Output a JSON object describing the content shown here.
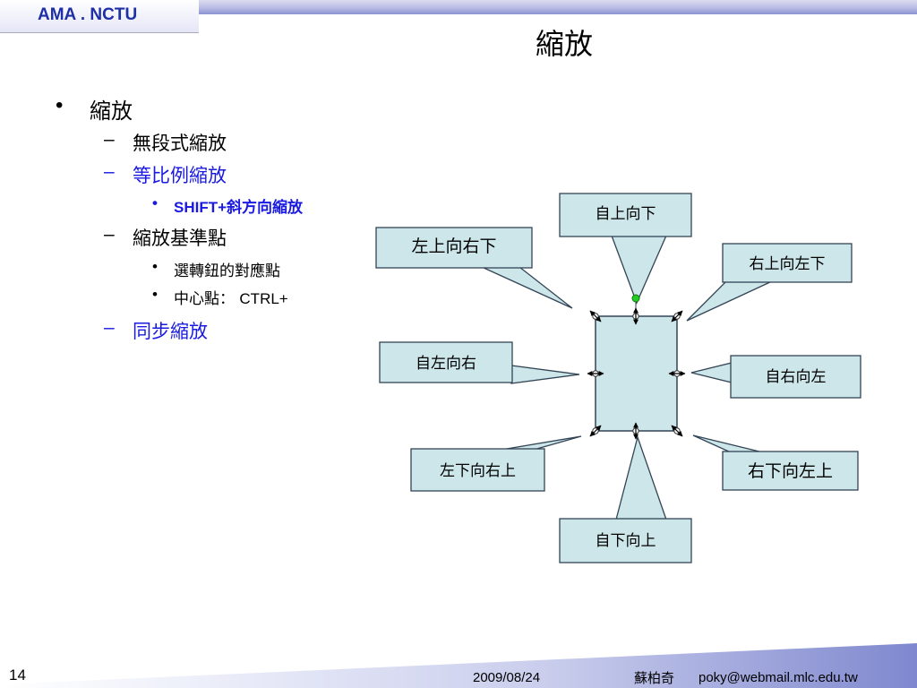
{
  "header": {
    "tab_label": "AMA . NCTU",
    "title": "縮放"
  },
  "bullets": {
    "l1_marker": "•",
    "l1_text": "縮放",
    "dash": "–",
    "dot": "•",
    "item1": "無段式縮放",
    "item2": "等比例縮放",
    "item2_sub1_prefix": "SHIFT+",
    "item2_sub1_rest": "斜方向縮放",
    "item3": "縮放基準點",
    "item3_sub1": "選轉鈕的對應點",
    "item3_sub2_prefix": "中心點：",
    "item3_sub2_rest": "CTRL+",
    "item4": "同步縮放"
  },
  "diagram": {
    "colors": {
      "fill": "#cce6ea",
      "border": "#334455",
      "handle_green": "#22cc22",
      "text": "#000000"
    },
    "callouts": {
      "top": "自上向下",
      "top_left": "左上向右下",
      "top_right": "右上向左下",
      "left": "自左向右",
      "right": "自右向左",
      "bottom_left": "左下向右上",
      "bottom_right": "右下向左上",
      "bottom": "自下向上"
    }
  },
  "footer": {
    "page": "14",
    "date": "2009/08/24",
    "author": "蘇柏奇",
    "email": "poky@webmail.mlc.edu.tw"
  }
}
